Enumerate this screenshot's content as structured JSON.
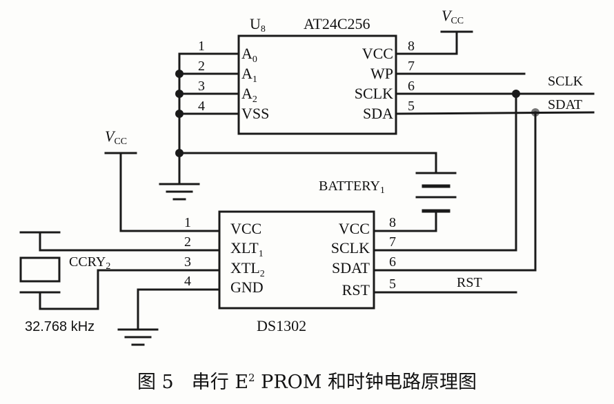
{
  "u8": {
    "designator_letter": "U",
    "designator_number": "8",
    "part": "AT24C256",
    "left_pins": [
      {
        "num": "1",
        "name": "A",
        "sub": "0"
      },
      {
        "num": "2",
        "name": "A",
        "sub": "1"
      },
      {
        "num": "3",
        "name": "A",
        "sub": "2"
      },
      {
        "num": "4",
        "name": "VSS",
        "sub": ""
      }
    ],
    "right_pins": [
      {
        "num": "8",
        "name": "VCC"
      },
      {
        "num": "7",
        "name": "WP"
      },
      {
        "num": "6",
        "name": "SCLK"
      },
      {
        "num": "5",
        "name": "SDA"
      }
    ]
  },
  "ds1302": {
    "part": "DS1302",
    "left_pins": [
      {
        "num": "1",
        "name": "VCC",
        "sub": ""
      },
      {
        "num": "2",
        "name": "XLT",
        "sub": "1"
      },
      {
        "num": "3",
        "name": "XTL",
        "sub": "2"
      },
      {
        "num": "4",
        "name": "GND",
        "sub": ""
      }
    ],
    "right_pins": [
      {
        "num": "8",
        "name": "VCC"
      },
      {
        "num": "7",
        "name": "SCLK"
      },
      {
        "num": "6",
        "name": "SDAT"
      },
      {
        "num": "5",
        "name": "RST"
      }
    ]
  },
  "vcc_top": {
    "main": "V",
    "sub": "CC"
  },
  "vcc_left": {
    "main": "V",
    "sub": "CC"
  },
  "nets": {
    "sclk": "SCLK",
    "sdat": "SDAT",
    "rst": "RST"
  },
  "battery": {
    "main": "BATTERY",
    "sub": "1"
  },
  "crystal": {
    "main": "CCRY",
    "sub": "2",
    "freq": "32.768 kHz"
  },
  "caption": {
    "figure": "图 5",
    "pre": "串行 E",
    "sup": "2",
    "post": " PROM 和时钟电路原理图"
  }
}
